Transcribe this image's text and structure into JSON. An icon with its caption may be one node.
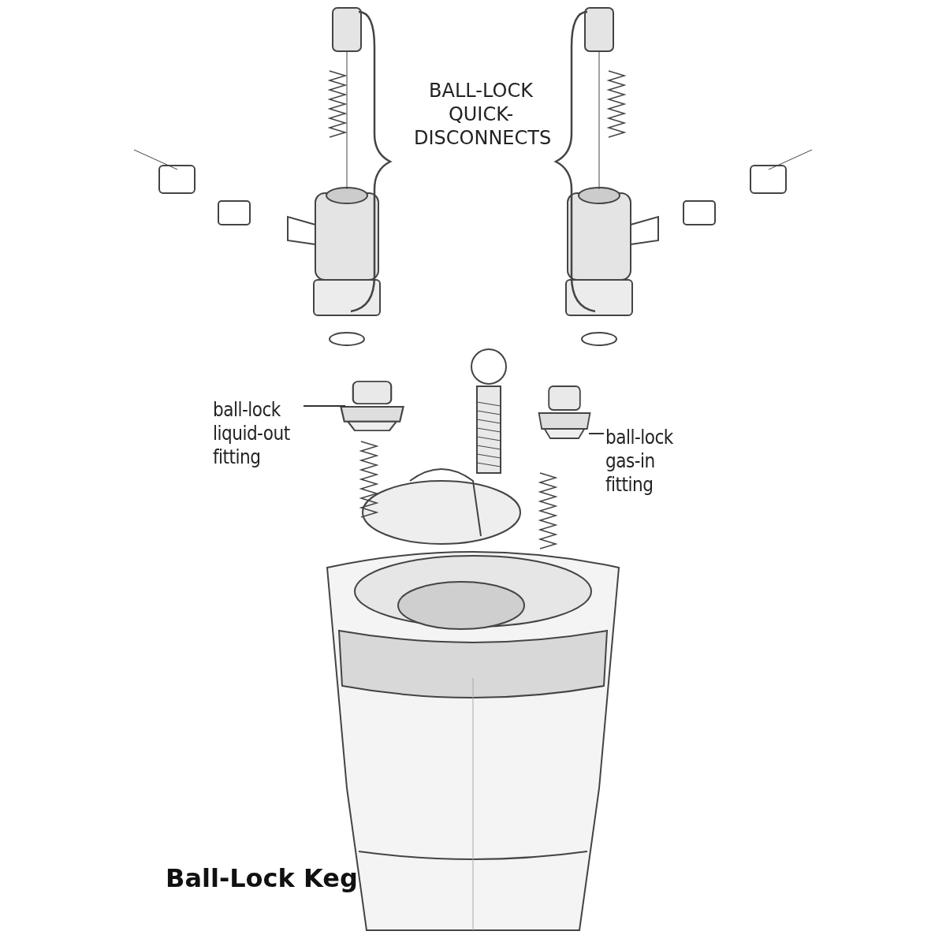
{
  "diagram": {
    "title": "Ball-Lock Keg",
    "nodes": [
      {
        "text": [
          "ball-lock liquid-out fitting"
        ]
      },
      {
        "text": [],
        "shape": "picture"
      },
      {
        "text": [
          "ball-lock gas-in fitting"
        ]
      },
      {
        "text": [],
        "shape": "picture"
      }
    ],
    "edges": [
      {
        "from": 0,
        "to": 1,
        "arrow": "none"
      },
      {
        "from": 2,
        "to": 3,
        "arrow": "none"
      }
    ],
    "labels": [
      "BALL-LOCK QUICK-DISCONNECTS"
    ]
  }
}
